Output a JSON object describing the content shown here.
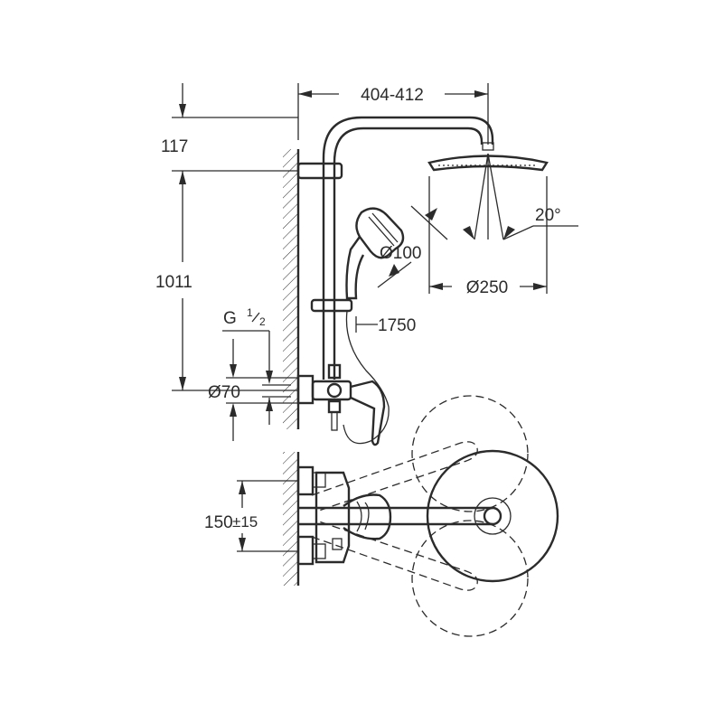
{
  "drawing": {
    "dimensions": {
      "arm_reach": "404-412",
      "top_offset": "117",
      "height": "1011",
      "inlet_thread_main": "G",
      "inlet_thread_frac_num": "1",
      "inlet_thread_frac_den": "2",
      "rosette": "Ø70",
      "head_angle": "20°",
      "hand_shower": "Ø100",
      "head_shower": "Ø250",
      "hose_length": "1750",
      "inlet_spacing": "150",
      "inlet_tolerance": "±15"
    }
  }
}
